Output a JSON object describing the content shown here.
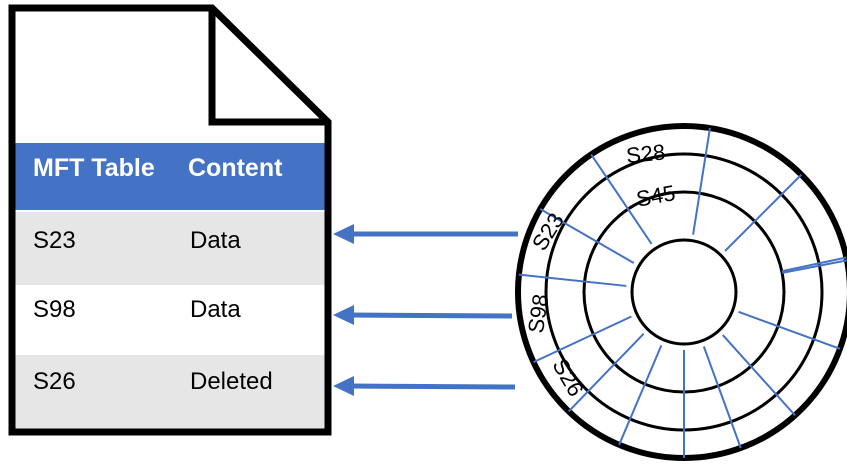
{
  "document": {
    "header": {
      "col1": "MFT Table",
      "col2": "Content"
    },
    "rows": [
      {
        "id": "S23",
        "content": "Data"
      },
      {
        "id": "S98",
        "content": "Data"
      },
      {
        "id": "S26",
        "content": "Deleted"
      }
    ]
  },
  "disk": {
    "sector_labels": [
      "S28",
      "S45",
      "S23",
      "S98",
      "S26"
    ]
  },
  "colors": {
    "header_fill": "#4472C4",
    "row_alt_fill": "#E7E6E6",
    "arrow": "#4472C4",
    "sector_line": "#4472C4",
    "outline": "#000000"
  }
}
